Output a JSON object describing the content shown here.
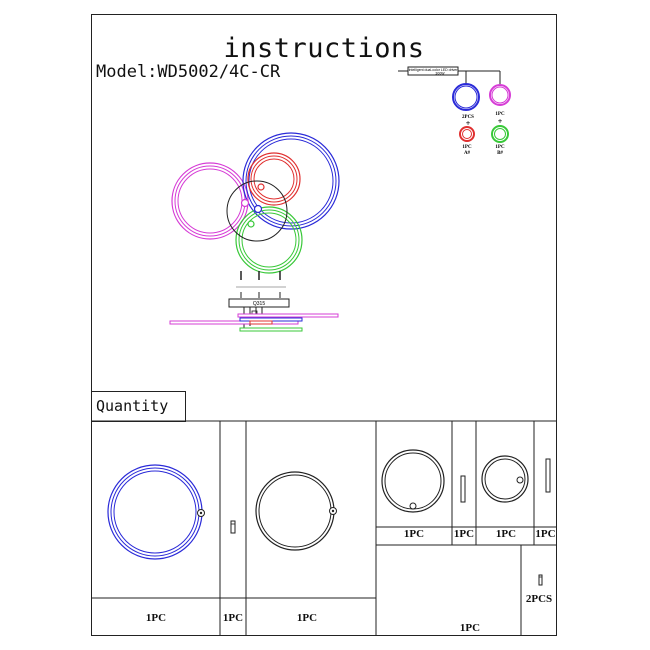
{
  "header": {
    "title": "instructions",
    "model": "Model:WD5002/4C-CR"
  },
  "wiring": {
    "driver_label": "Intelligent dual-color LED driver",
    "driver_sub": "300W",
    "blue_group": [
      "2PCS",
      "+",
      "1PC",
      "A#"
    ],
    "magenta_group": [
      "1PC",
      "+",
      "1PC",
      "B#"
    ]
  },
  "assembly": {
    "plate_label": "Q315"
  },
  "quantity": {
    "label": "Quantity",
    "items": [
      {
        "name": "large-blue-ring",
        "qty": "1PC",
        "color": "#2a2ad8"
      },
      {
        "name": "small-bolt",
        "qty": "1PC"
      },
      {
        "name": "large-black-ring",
        "qty": "1PC"
      },
      {
        "name": "medium-ring",
        "qty": "1PC"
      },
      {
        "name": "medium-rod",
        "qty": "1PC"
      },
      {
        "name": "small-ring",
        "qty": "1PC"
      },
      {
        "name": "small-rod",
        "qty": "1PC"
      },
      {
        "name": "bottom-blank",
        "qty": "1PC"
      },
      {
        "name": "screws",
        "qty": "2PCS"
      }
    ]
  },
  "colors": {
    "blue": "#2a2ad8",
    "magenta": "#d63cd6",
    "red": "#e03030",
    "green": "#38c838",
    "line": "#222222"
  }
}
